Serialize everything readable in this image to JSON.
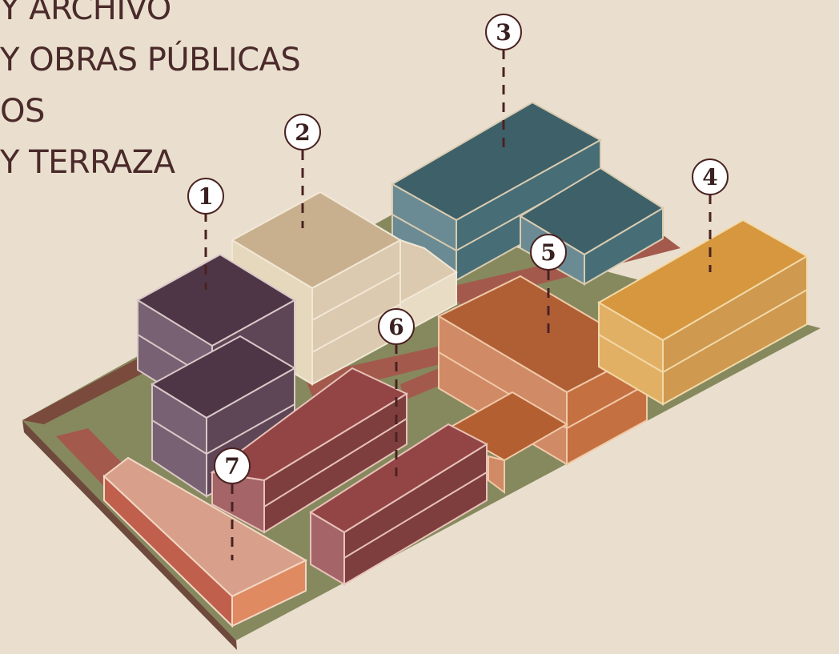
{
  "legend": [
    {
      "number": "",
      "text": "Y ARCHIVO"
    },
    {
      "number": "",
      "text": "Y OBRAS PÚBLICAS"
    },
    {
      "number": "",
      "text": "OS"
    },
    {
      "number": "",
      "text": "Y TERRAZA"
    }
  ],
  "markers": [
    "1",
    "2",
    "3",
    "4",
    "5",
    "6",
    "7"
  ],
  "colors": {
    "background": "#eadfce",
    "ground": "#86895e",
    "path": "#a35a4c",
    "building_1": "#5a3e4e",
    "building_2": "#dcc9aa",
    "building_3": "#3e6068",
    "building_4": "#d89a42",
    "building_5": "#b8653a",
    "building_6": "#8f4646",
    "building_7": "#d99a7e",
    "marker_text": "#3a2020"
  }
}
